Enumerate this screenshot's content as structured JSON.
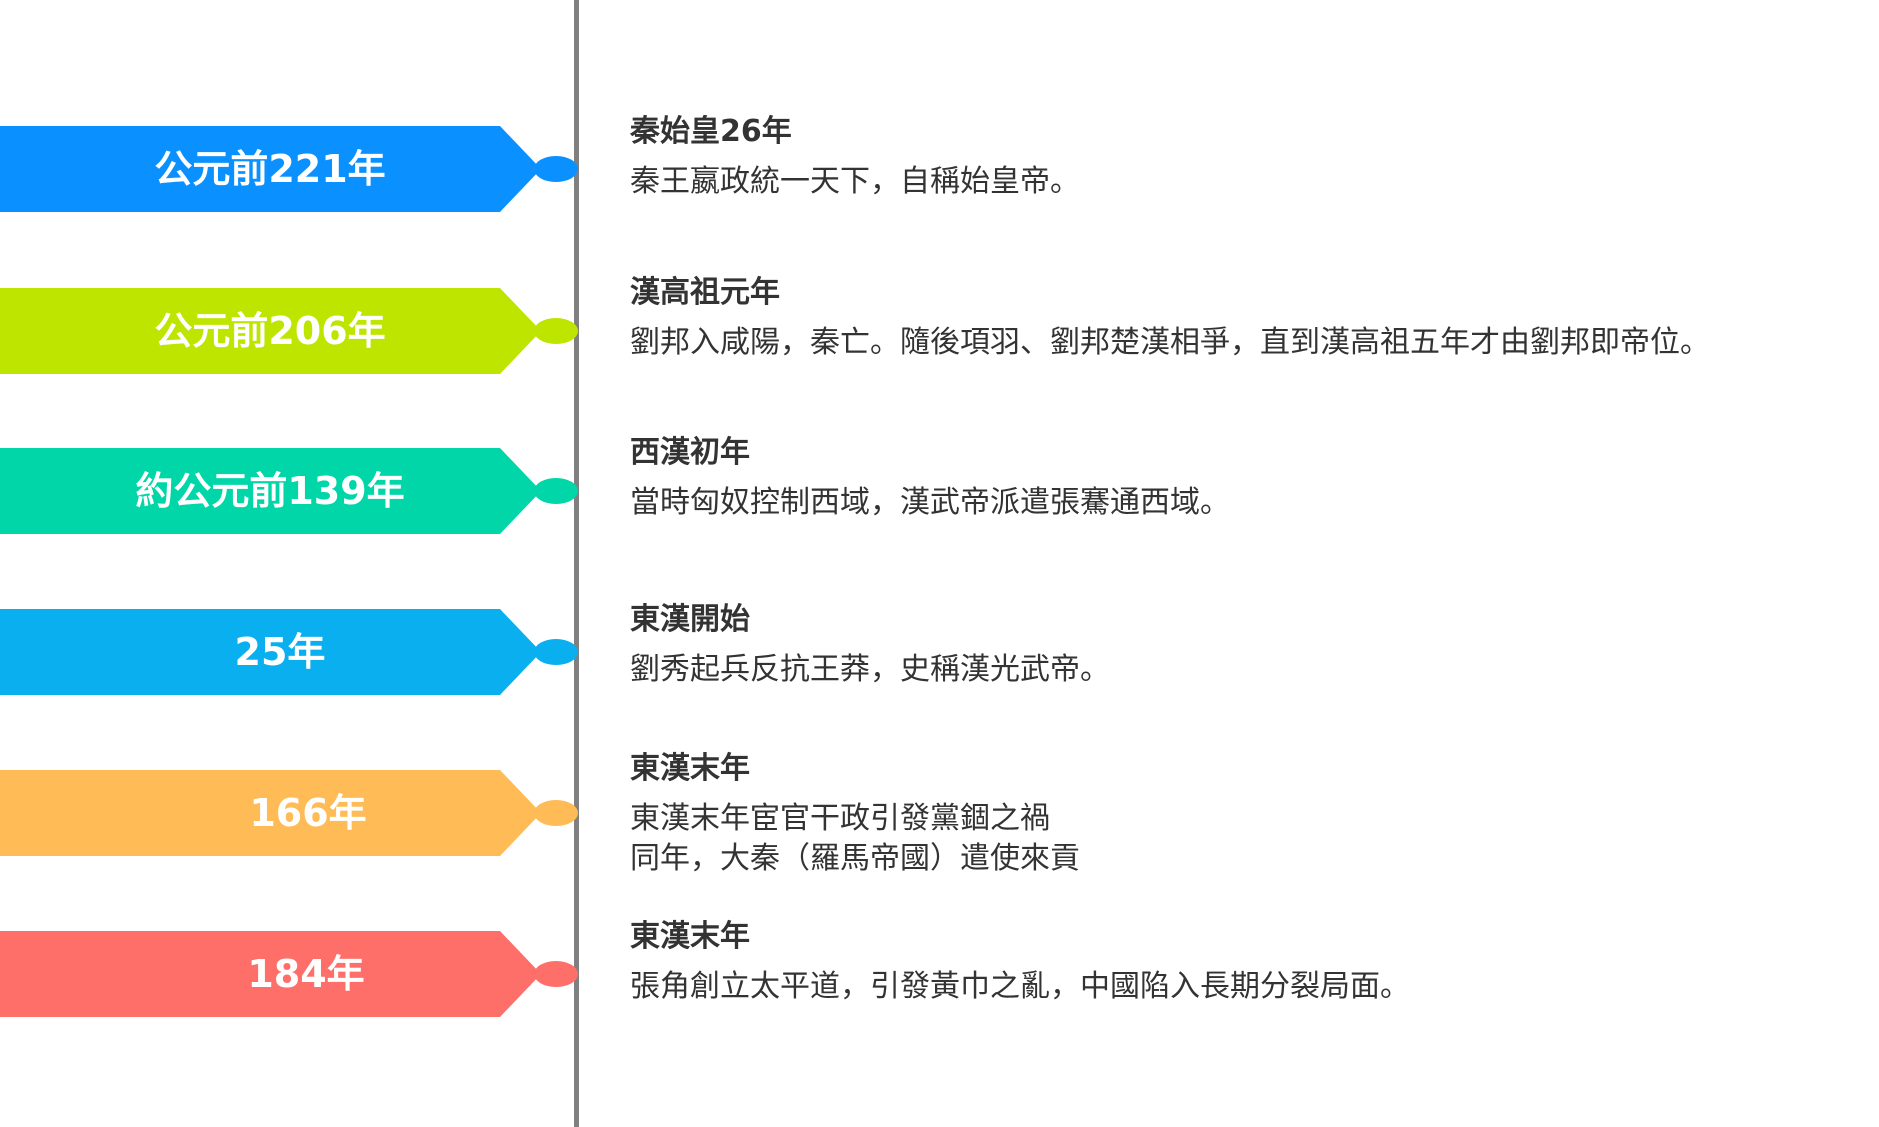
{
  "timeline": [
    {
      "label": "公元前221年",
      "color": "#0A91FF",
      "title": "秦始皇26年",
      "lines": [
        "秦王嬴政統一天下，自稱始皇帝。"
      ]
    },
    {
      "label": "公元前206年",
      "color": "#BEE500",
      "title": "漢高祖元年",
      "lines": [
        "劉邦入咸陽，秦亡。隨後項羽、劉邦楚漢相爭，直到漢高祖五年才由劉邦即帝位。"
      ]
    },
    {
      "label": "約公元前139年",
      "color": "#00D6A8",
      "title": "西漢初年",
      "lines": [
        "當時匈奴控制西域，漢武帝派遣張騫通西域。"
      ]
    },
    {
      "label": "25年",
      "color": "#0AAFF0",
      "title": "東漢開始",
      "lines": [
        "劉秀起兵反抗王莽，史稱漢光武帝。"
      ]
    },
    {
      "label": "166年",
      "color": "#FFBB55",
      "title": "東漢末年",
      "lines": [
        "東漢末年宦官干政引發黨錮之禍",
        "同年，大秦（羅馬帝國）遣使來貢"
      ]
    },
    {
      "label": "184年",
      "color": "#FF6F6A",
      "title": "東漢末年",
      "lines": [
        "張角創立太平道，引發黃巾之亂，中國陷入長期分裂局面。"
      ]
    }
  ]
}
